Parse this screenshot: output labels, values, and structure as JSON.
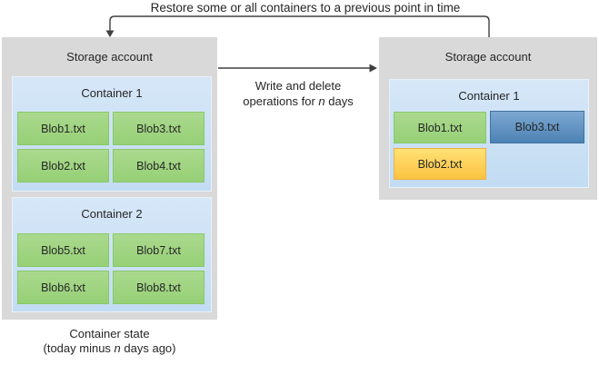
{
  "diagram_title": "Restore some or all containers to a previous point in time",
  "left_account": {
    "title": "Storage account",
    "containers": [
      {
        "title": "Container 1",
        "blobs": [
          {
            "label": "Blob1.txt",
            "color": "green"
          },
          {
            "label": "Blob3.txt",
            "color": "green"
          },
          {
            "label": "Blob2.txt",
            "color": "green"
          },
          {
            "label": "Blob4.txt",
            "color": "green"
          }
        ]
      },
      {
        "title": "Container 2",
        "blobs": [
          {
            "label": "Blob5.txt",
            "color": "green"
          },
          {
            "label": "Blob7.txt",
            "color": "green"
          },
          {
            "label": "Blob6.txt",
            "color": "green"
          },
          {
            "label": "Blob8.txt",
            "color": "green"
          }
        ]
      }
    ],
    "caption": {
      "line1": "Container state",
      "line2_prefix": "(today minus ",
      "line2_n": "n",
      "line2_suffix": " days ago)"
    }
  },
  "right_account": {
    "title": "Storage account",
    "containers": [
      {
        "title": "Container 1",
        "blobs": [
          {
            "label": "Blob1.txt",
            "color": "green"
          },
          {
            "label": "Blob3.txt",
            "color": "blue"
          },
          {
            "label": "Blob2.txt",
            "color": "yellow"
          }
        ]
      }
    ]
  },
  "arrow_label": {
    "line1": "Write and delete",
    "line2_prefix": "operations for ",
    "line2_n": "n",
    "line2_suffix": " days"
  },
  "colors": {
    "account_fill": "#d9d9d9",
    "container_fill": "#cde1f6",
    "blob_green": "#9ed37e",
    "blob_blue": "#5f92c2",
    "blob_yellow": "#fdd25b",
    "line": "#404040",
    "text": "#262626"
  }
}
